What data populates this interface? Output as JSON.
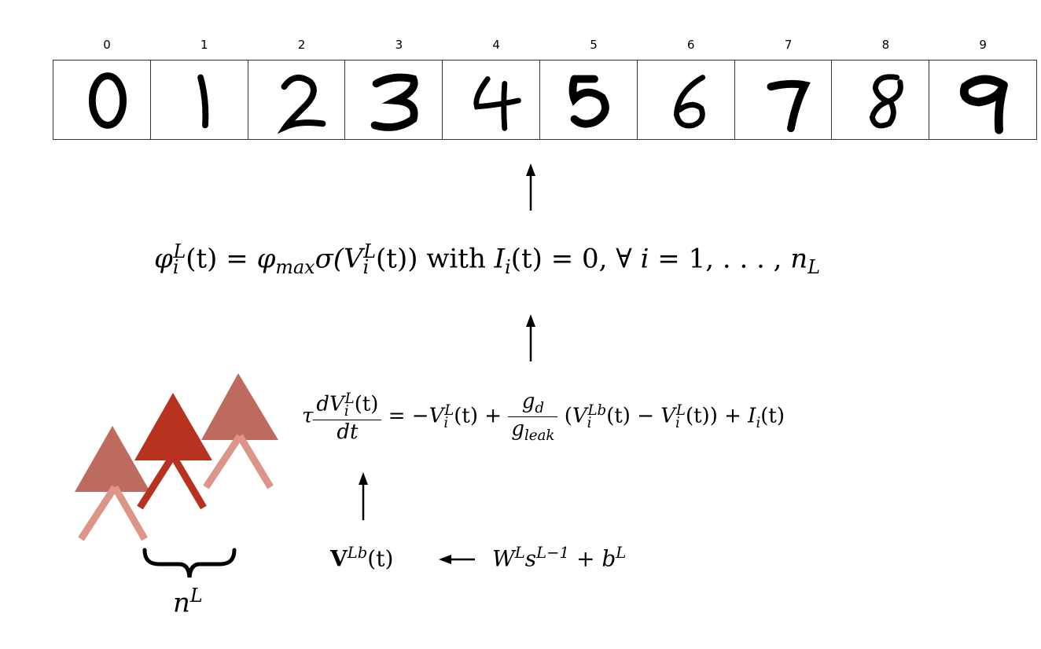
{
  "digits": {
    "labels": [
      "0",
      "1",
      "2",
      "3",
      "4",
      "5",
      "6",
      "7",
      "8",
      "9"
    ]
  },
  "equations": {
    "output": {
      "phi": "φ",
      "sub_i": "i",
      "sup_L": "L",
      "t": "(t)",
      "eq": " = ",
      "phimax": "φ",
      "max": "max",
      "sigma": "σ(",
      "V": "V",
      "tclose": "(t))",
      "with": " with ",
      "I": "I",
      "Ii": "i",
      "rest": "(t) = 0,  ∀ ",
      "i": "i",
      "range": " = 1, . . . , ",
      "n": "n",
      "nL": "L"
    },
    "dynamics": {
      "tau": "τ",
      "dV": "dV",
      "dV_sub": "i",
      "dV_sup": "L",
      "dV_t": "(t)",
      "dt": "dt",
      "rhs1": " = −",
      "V": "V",
      "Vsub": "i",
      "Vsup": "L",
      "Vt": "(t) + ",
      "gd": "g",
      "gd_sub": "d",
      "gleak": "g",
      "gleak_sub": "leak",
      "paren_open": " (",
      "Vb": "V",
      "Vb_sub": "i",
      "Vb_sup": "Lb",
      "Vb_t": "(t) − ",
      "V2": "V",
      "V2_sub": "i",
      "V2_sup": "L",
      "V2_t": "(t)",
      "paren_close": ") + ",
      "I": "I",
      "I_sub": "i",
      "I_t": "(t)"
    },
    "basal": {
      "V": "V",
      "sup": "Lb",
      "t": "(t)"
    },
    "input": {
      "W": "W",
      "Wsup": "L",
      "s": "s",
      "ssup": "L−1",
      "plus": " + ",
      "b": "b",
      "bsup": "L"
    },
    "n_label": {
      "n": "n",
      "sup": "L"
    }
  },
  "colors": {
    "neuron_dark": "#b83220",
    "neuron_light": "#bd6b5f",
    "dendrite_dark": "#b83220",
    "dendrite_light": "#dd958a"
  }
}
